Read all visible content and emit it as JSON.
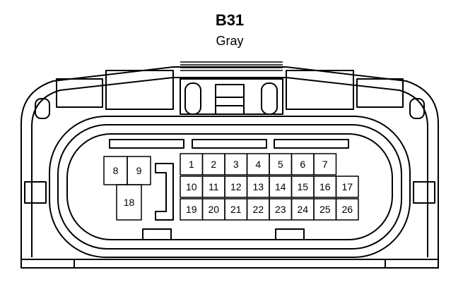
{
  "connector": {
    "id": "B31",
    "color": "Gray"
  },
  "pins": [
    {
      "label": "1"
    },
    {
      "label": "2"
    },
    {
      "label": "3"
    },
    {
      "label": "4"
    },
    {
      "label": "5"
    },
    {
      "label": "6"
    },
    {
      "label": "7"
    },
    {
      "label": "8"
    },
    {
      "label": "9"
    },
    {
      "label": "10"
    },
    {
      "label": "11"
    },
    {
      "label": "12"
    },
    {
      "label": "13"
    },
    {
      "label": "14"
    },
    {
      "label": "15"
    },
    {
      "label": "16"
    },
    {
      "label": "17"
    },
    {
      "label": "18"
    },
    {
      "label": "19"
    },
    {
      "label": "20"
    },
    {
      "label": "21"
    },
    {
      "label": "22"
    },
    {
      "label": "23"
    },
    {
      "label": "24"
    },
    {
      "label": "25"
    },
    {
      "label": "26"
    }
  ]
}
